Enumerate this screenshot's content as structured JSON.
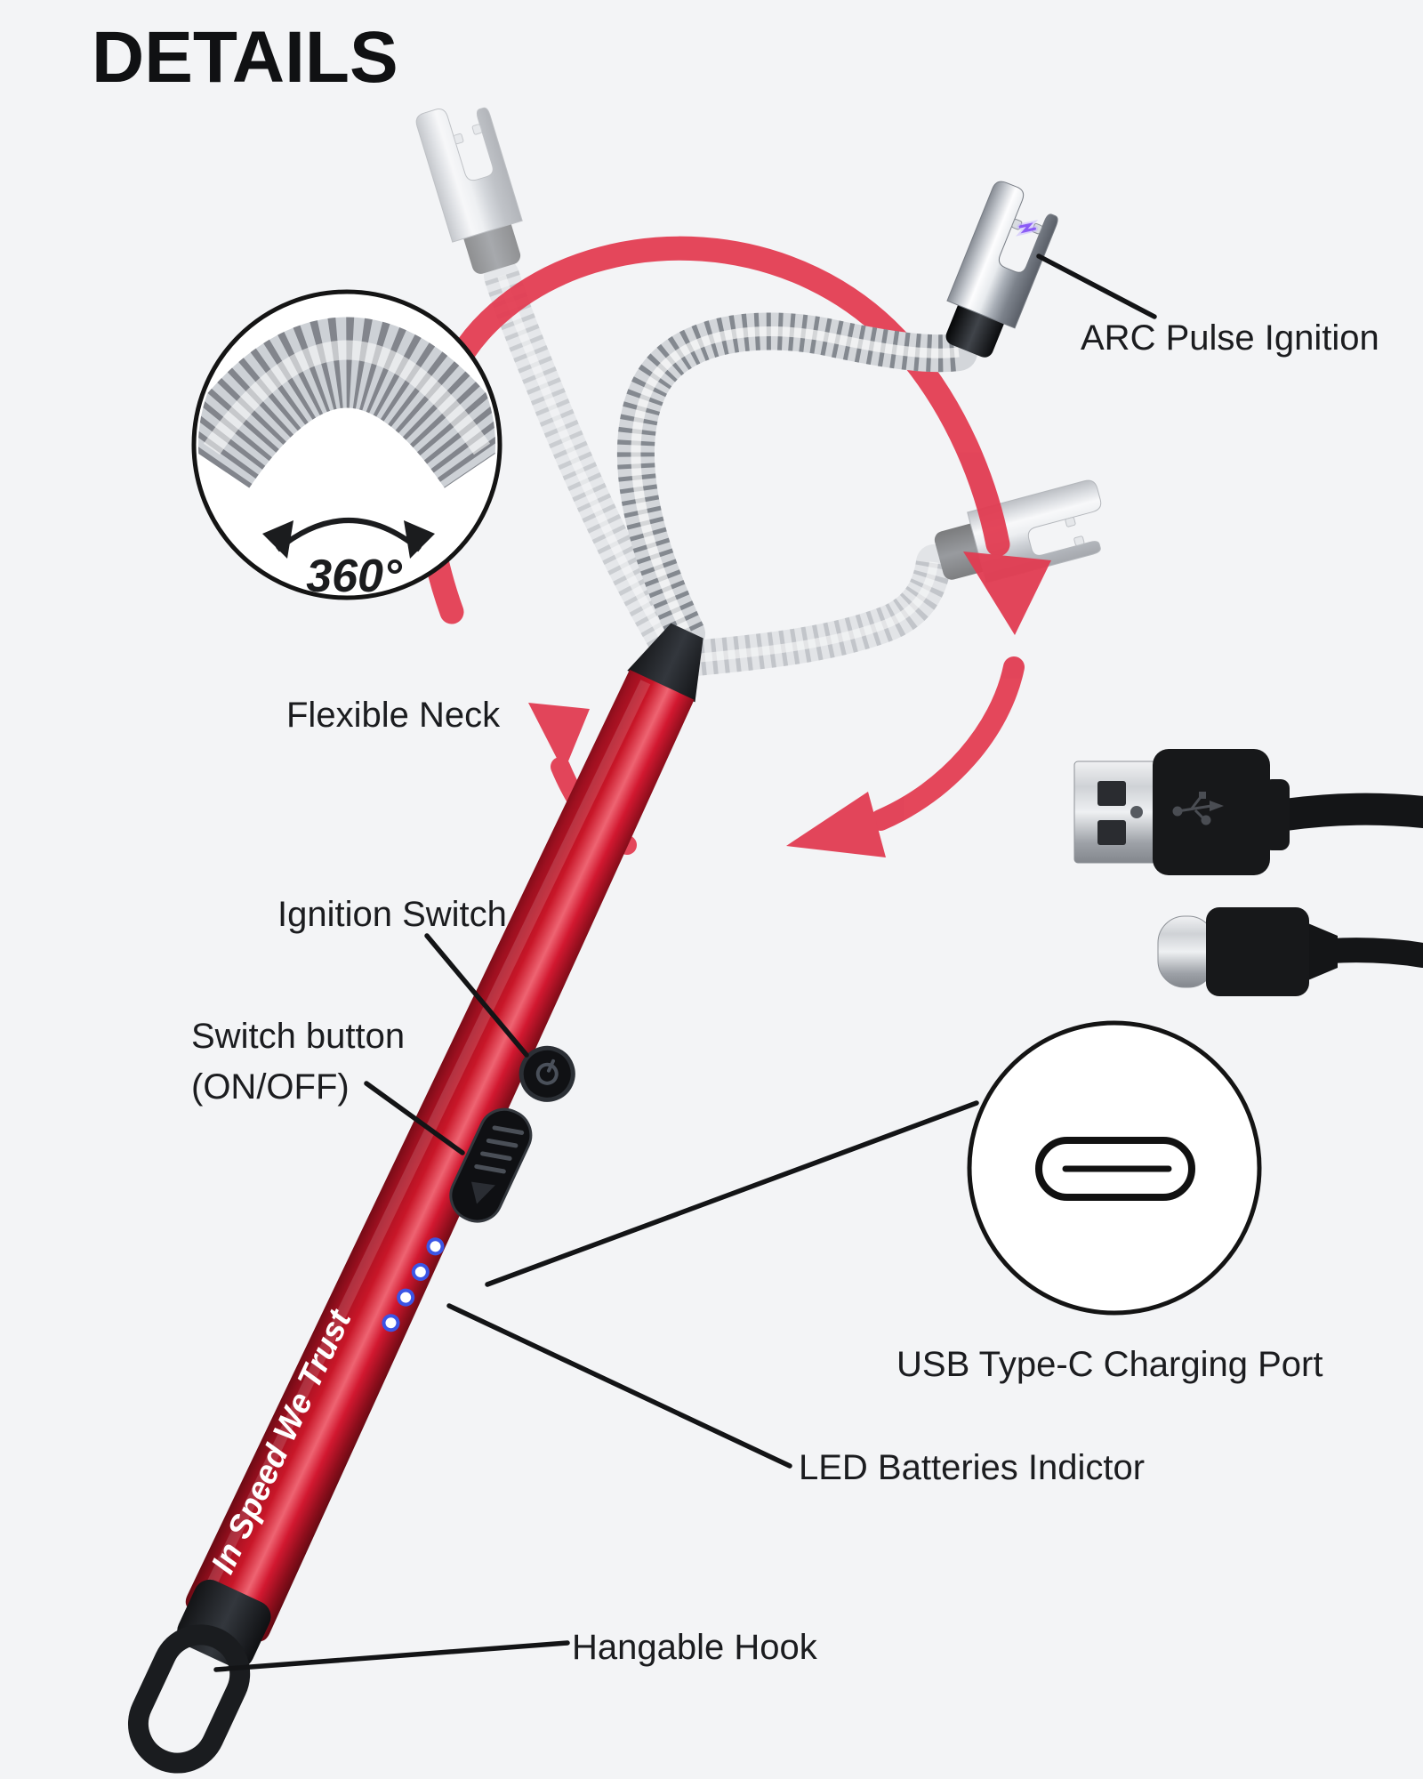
{
  "page": {
    "title": "DETAILS",
    "background_color": "#f3f4f6"
  },
  "callouts": {
    "arc_pulse_ignition": "ARC Pulse Ignition",
    "flexible_neck": "Flexible Neck",
    "rotation_badge": "360°",
    "ignition_switch": "Ignition Switch",
    "switch_button_line1": "Switch button",
    "switch_button_line2": "(ON/OFF)",
    "usb_charging_port": "USB Type-C Charging Port",
    "led_battery_indicator": "LED Batteries Indictor",
    "hangable_hook": "Hangable Hook"
  },
  "product": {
    "body_text": "In Speed We Trust",
    "body_color": "#c81628",
    "arrow_color": "#e23b51",
    "led_color": "#3b55e6",
    "spark_color": "#8b5cf6",
    "led_count": 4
  }
}
